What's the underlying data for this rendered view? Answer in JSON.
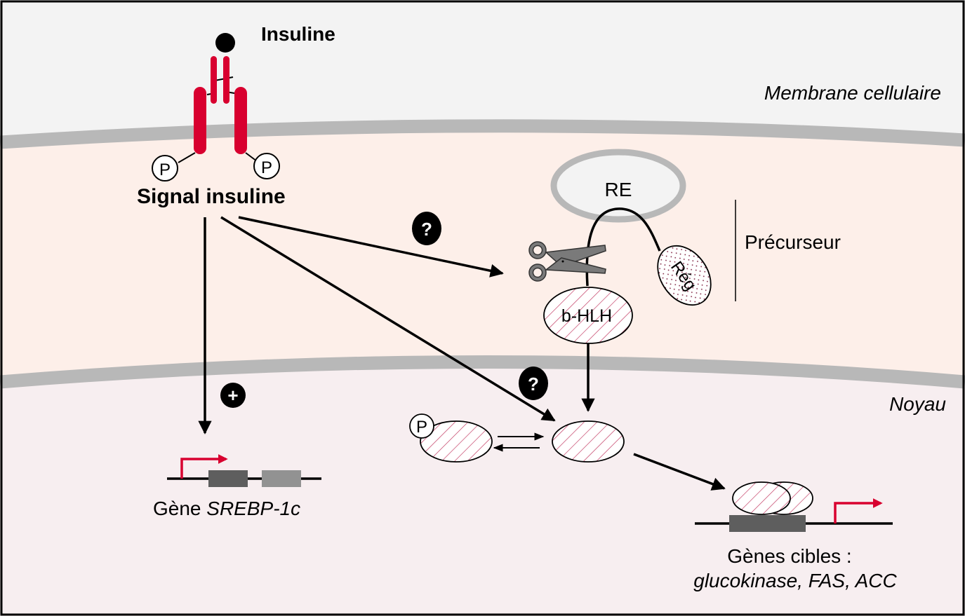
{
  "title": "Insulin signaling and SREBP-1c activation",
  "colors": {
    "extracellular_bg": "#f3f3f3",
    "cytoplasm_bg": "#fdefe9",
    "nucleus_bg": "#f7eef0",
    "membrane": "#b8b8b8",
    "receptor": "#d8002f",
    "hatch": "#c0305a",
    "gene_box_dark": "#5e5e5e",
    "gene_box_light": "#929292",
    "promoter_arrow": "#d8002f",
    "scissors": "#7a7a7a"
  },
  "labels": {
    "insulin": "Insuline",
    "cell_membrane": "Membrane cellulaire",
    "insulin_signal": "Signal insuline",
    "phospho_left": "P",
    "phospho_right": "P",
    "er": "RE",
    "regulatory_domain": "Rég",
    "bhlh": "b-HLH",
    "precursor": "Précurseur",
    "nucleus": "Noyau",
    "phospho_nuclear": "P",
    "unknown_1": "?",
    "unknown_2": "?",
    "activation": "+",
    "gene_prefix": "Gène ",
    "gene_name": "SREBP-1c",
    "target_genes_title": "Gènes cibles :",
    "target_genes_list": "glucokinase, FAS, ACC"
  }
}
